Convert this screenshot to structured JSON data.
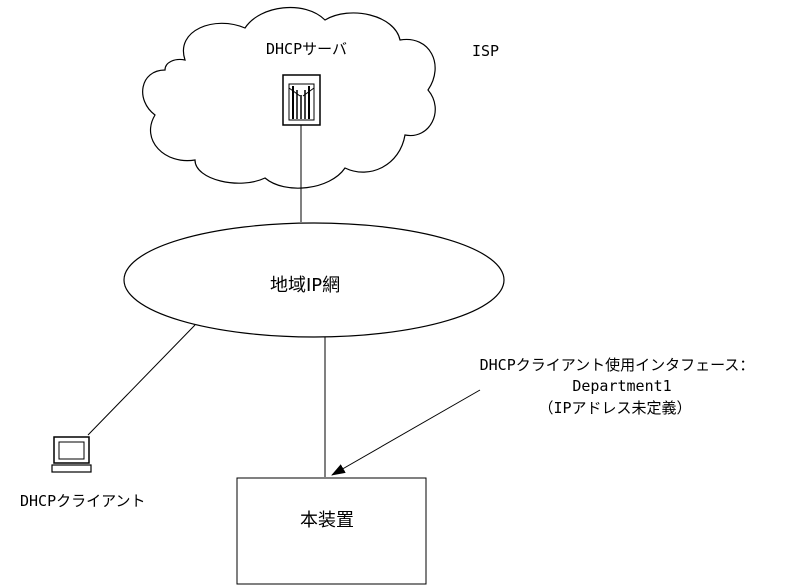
{
  "diagram": {
    "dhcp_server_label": "DHCPサーバ",
    "isp_label": "ISP",
    "network_label": "地域IP網",
    "client_label": "DHCPクライアント",
    "device_label": "本装置",
    "annotation": {
      "line1": "DHCPクライアント使用インタフェース：",
      "line2": "Department1",
      "line3": "（IPアドレス未定義）"
    }
  }
}
